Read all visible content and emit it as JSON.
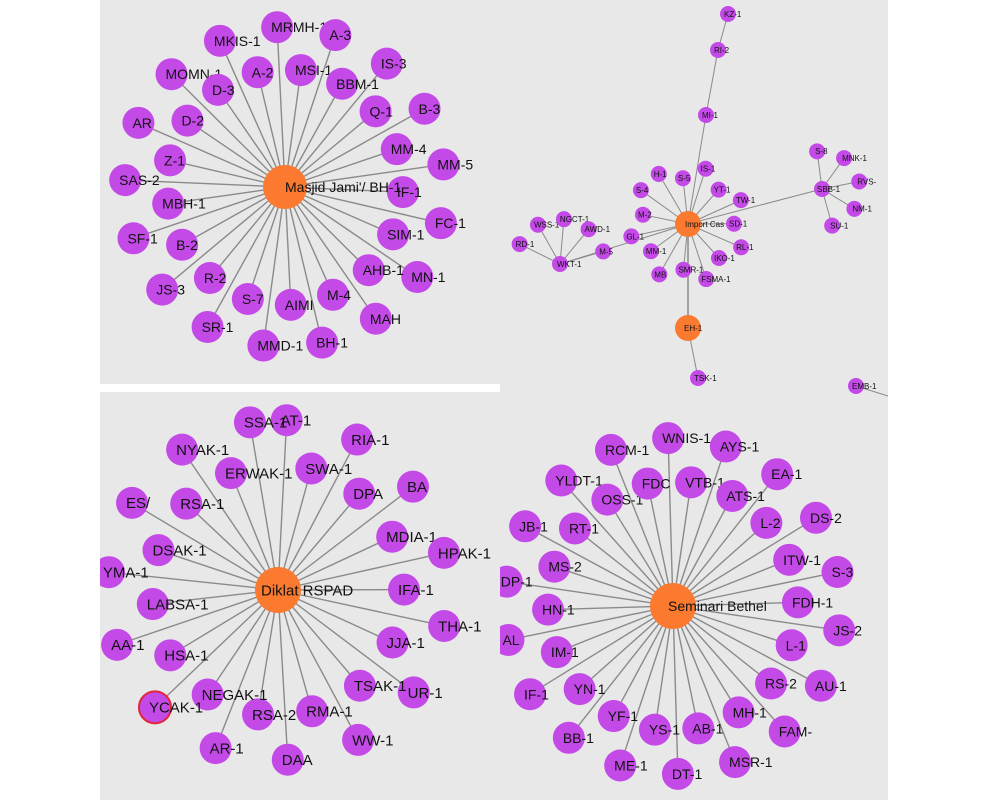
{
  "colors": {
    "hub": "#fb7a30",
    "leaf": "#c44ae8",
    "edge": "#8a8a8a",
    "panel_bg": "#e8e8e8",
    "highlight_ring": "#e0283a"
  },
  "panels": [
    {
      "id": "masjid-jami",
      "hub": "Masjid Jami'/ BH-1",
      "leaves": [
        "MRMH-1",
        "MSI-1",
        "A-3",
        "BBM-1",
        "IS-3",
        "Q-1",
        "B-3",
        "MM-4",
        "MM-5",
        "IF-1",
        "FC-1",
        "SIM-1",
        "MN-1",
        "AHB-1",
        "MAH",
        "M-4",
        "BH-1",
        "AIMI",
        "MMD-1",
        "S-7",
        "SR-1",
        "R-2",
        "JS-3",
        "B-2",
        "SF-1",
        "MBH-1",
        "SAS-2",
        "Z-1",
        "AR",
        "D-2",
        "MOMN-1",
        "D-3",
        "MKIS-1",
        "A-2"
      ]
    },
    {
      "id": "import-cas",
      "nodes": {
        "hub_main": "Import Cas",
        "hub_eh": "EH-1",
        "kz": "KZ-1",
        "ri": "RI-2",
        "mi": "MI-1",
        "cluster_hub": [
          "H-1",
          "S-5",
          "IS-1",
          "YT-1",
          "TW-1",
          "SD-1",
          "RL-1",
          "IKO-1",
          "FSMA-1",
          "SMR-1",
          "MB",
          "MM-1",
          "GL-1",
          "M-2",
          "S-4"
        ],
        "sbb": "SBB-1",
        "sbb_leaves": [
          "S-8",
          "MNK-1",
          "RVS-",
          "NM-1",
          "SU-1"
        ],
        "wkt": "WKT-1",
        "wkt_leaves": [
          "RD-1",
          "WSS-1",
          "NGCT-1",
          "AWD-1",
          "M-5"
        ],
        "tsk": "TSK-1",
        "emb": "EMB-1"
      }
    },
    {
      "id": "diklat-rspad",
      "hub": "Diklat RSPAD",
      "highlighted": "YCAK-1",
      "leaves": [
        "AT-1",
        "SWA-1",
        "RIA-1",
        "DPA",
        "BA",
        "MDIA-1",
        "HPAK-1",
        "IFA-1",
        "THA-1",
        "JJA-1",
        "UR-1",
        "TSAK-1",
        "WW-1",
        "RMA-1",
        "DAA",
        "RSA-2",
        "AR-1",
        "NEGAK-1",
        "YCAK-1",
        "HSA-1",
        "AA-1",
        "LABSA-1",
        "YMA-1",
        "DSAK-1",
        "ES/",
        "RSA-1",
        "NYAK-1",
        "ERWAK-1",
        "SSA-1"
      ]
    },
    {
      "id": "seminari-bethel",
      "hub": "Seminari Bethel",
      "leaves": [
        "WNIS-1",
        "VTB-1",
        "AYS-1",
        "ATS-1",
        "EA-1",
        "L-2",
        "DS-2",
        "ITW-1",
        "S-3",
        "FDH-1",
        "JS-2",
        "L-1",
        "AU-1",
        "RS-2",
        "FAM-",
        "MH-1",
        "MSR-1",
        "AB-1",
        "DT-1",
        "YS-1",
        "ME-1",
        "YF-1",
        "BB-1",
        "YN-1",
        "IF-1",
        "IM-1",
        "AL",
        "HN-1",
        "DP-1",
        "MS-2",
        "JB-1",
        "RT-1",
        "YLDT-1",
        "OSS-1",
        "RCM-1",
        "FDC"
      ]
    }
  ]
}
